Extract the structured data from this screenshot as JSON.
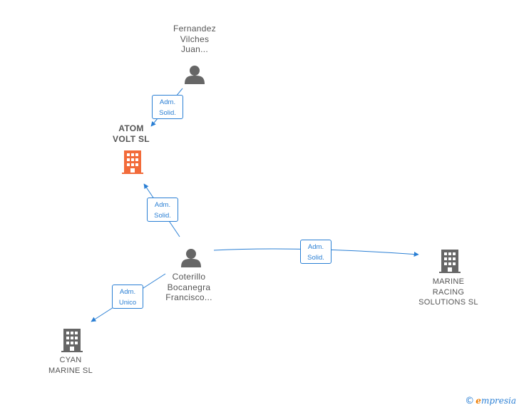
{
  "nodes": {
    "fernandez": {
      "label": "Fernandez\nVilches\nJuan...",
      "type": "person",
      "color": "#666666"
    },
    "atom_volt": {
      "label": "ATOM\nVOLT  SL",
      "type": "company",
      "color": "#f26b3a"
    },
    "coterillo": {
      "label": "Coterillo\nBocanegra\nFrancisco...",
      "type": "person",
      "color": "#666666"
    },
    "marine_racing": {
      "label": "MARINE\nRACING\nSOLUTIONS SL",
      "type": "company",
      "color": "#666666"
    },
    "cyan_marine": {
      "label": "CYAN\nMARINE  SL",
      "type": "company",
      "color": "#666666"
    }
  },
  "edges": {
    "fernandez_atom": {
      "label": "Adm.\nSolid."
    },
    "coterillo_atom": {
      "label": "Adm.\nSolid."
    },
    "coterillo_marine": {
      "label": "Adm.\nSolid."
    },
    "coterillo_cyan": {
      "label": "Adm.\nUnico"
    }
  },
  "colors": {
    "edge": "#2a7fd4",
    "focus_company": "#f26b3a",
    "neutral": "#666666"
  },
  "branding": {
    "copyright": "©",
    "initial": "e",
    "rest": "mpresia"
  }
}
